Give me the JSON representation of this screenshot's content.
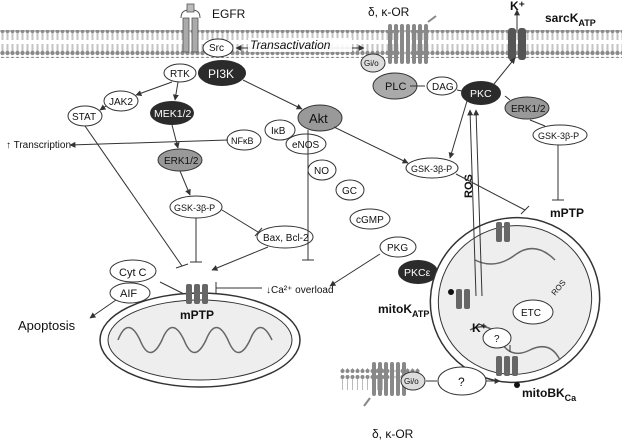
{
  "labels": {
    "egfr": "EGFR",
    "src": "Src",
    "transactivation": "Transactivation",
    "delta_kappa_or_top": "δ, κ-OR",
    "k_plus": "K⁺",
    "sarc_katp": "sarcK",
    "sarc_katp_sub": "ATP",
    "gio": "Gi/o",
    "plc": "PLC",
    "dag": "DAG",
    "pkc": "PKC",
    "erk_right": "ERK1/2",
    "gsk_right_top": "GSK-3β-P",
    "rtk": "RTK",
    "pi3k": "PI3K",
    "jak2": "JAK2",
    "stat": "STAT",
    "mek": "MEK1/2",
    "akt": "Akt",
    "nfkb": "NFκB",
    "ikb": "IκB",
    "transcription": "↑ Transcription",
    "enos": "eNOS",
    "no": "NO",
    "gc": "GC",
    "cgmp": "cGMP",
    "pkg": "PKG",
    "pkce": "PKCε",
    "erk_left": "ERK1/2",
    "gsk_left": "GSK-3β-P",
    "bax": "Bax, Bcl-2",
    "gsk_mid": "GSK-3β-P",
    "ros_vertical": "ROS",
    "mptp_right": "mPTP",
    "cytc": "Cyt C",
    "aif": "AIF",
    "apoptosis": "Apoptosis",
    "mptp_left": "mPTP",
    "ca_overload": "↓Ca²⁺ overload",
    "mito_katp": "mitoK",
    "mito_katp_sub": "ATP",
    "etc": "ETC",
    "ros_small": "ROS",
    "question_inner": "?",
    "k_plus_mito": "K⁺",
    "mito_bkca": "mitoBK",
    "mito_bkca_sub": "Ca",
    "gio_bottom": "Gi/o",
    "question_bottom": "?",
    "delta_kappa_or_bottom": "δ, κ-OR"
  },
  "colors": {
    "dark_node": "#2b2b2b",
    "mid_node": "#8c8c8c",
    "light_node": "#d6d6d6",
    "membrane": "#9a9a9a",
    "line": "#333333"
  }
}
